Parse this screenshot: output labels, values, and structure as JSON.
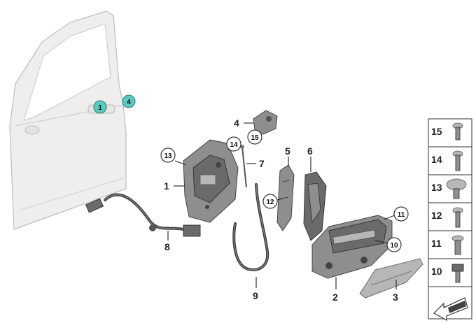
{
  "callouts": [
    {
      "id": "c1",
      "text": "1"
    },
    {
      "id": "c2",
      "text": "2"
    },
    {
      "id": "c3",
      "text": "3"
    },
    {
      "id": "c4",
      "text": "4"
    },
    {
      "id": "c5",
      "text": "5"
    },
    {
      "id": "c6",
      "text": "6"
    },
    {
      "id": "c7",
      "text": "7"
    },
    {
      "id": "c8",
      "text": "8"
    },
    {
      "id": "c9",
      "text": "9"
    }
  ],
  "circled": [
    {
      "id": "cc11",
      "text": "11"
    },
    {
      "id": "cc12",
      "text": "12"
    },
    {
      "id": "cc13",
      "text": "13"
    },
    {
      "id": "cc14",
      "text": "14"
    },
    {
      "id": "cc15",
      "text": "15"
    },
    {
      "id": "cc10",
      "text": "10"
    }
  ],
  "door_callouts": [
    {
      "id": "d1",
      "text": "1"
    },
    {
      "id": "d4",
      "text": "4"
    }
  ],
  "fastener_table": [
    {
      "number": "15"
    },
    {
      "number": "14"
    },
    {
      "number": "13"
    },
    {
      "number": "12"
    },
    {
      "number": "11"
    },
    {
      "number": "10"
    }
  ],
  "colors": {
    "teal_callout": "#5bc8be",
    "part_gray": "#8e8e8e"
  }
}
